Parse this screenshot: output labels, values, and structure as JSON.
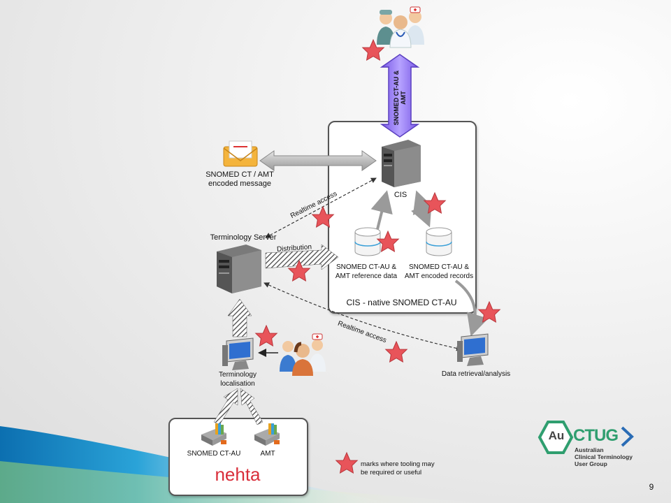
{
  "slide": {
    "page_number": "9"
  },
  "diagram": {
    "vertical_arrow_label": "SNOMED CT-AU & AMT",
    "message_label": "SNOMED CT / AMT encoded message",
    "cis_label": "CIS",
    "cis_box_title": "CIS - native SNOMED CT-AU",
    "terminology_server_label": "Terminology Server",
    "distribution_label": "Distribution",
    "realtime_access_top": "Realtime access",
    "realtime_access_bottom": "Realtime access",
    "ref_data_label": "SNOMED CT-AU & AMT reference data",
    "encoded_records_label": "SNOMED CT-AU & AMT encoded records",
    "data_retrieval_label": "Data retrieval/analysis",
    "localisation_label": "Terminology localisation",
    "source_snomed_label": "SNOMED CT-AU",
    "source_amt_label": "AMT",
    "nehta_logo": "nehta",
    "legend_text": "marks where tooling may be required or useful"
  },
  "logo": {
    "au": "Au",
    "ctug": "CTUG",
    "line1": "Australian",
    "line2": "Clinical Terminology",
    "line3": "User Group"
  },
  "colors": {
    "star_fill": "#e8545a",
    "purple_arrow": "#9b7ff0",
    "logo_green": "#2f9e6f",
    "logo_blue": "#2a6cb5",
    "nehta_red": "#d92e3a",
    "teal_band": "#1e8bc9"
  }
}
